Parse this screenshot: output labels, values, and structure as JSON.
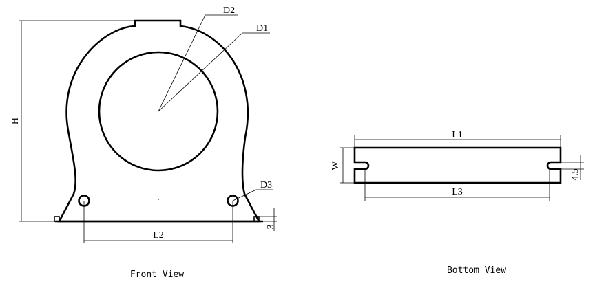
{
  "front_view": {
    "caption": "Front View",
    "labels": {
      "h": "H",
      "d1": "D1",
      "d2": "D2",
      "d3": "D3",
      "l2": "L2",
      "three": "3"
    }
  },
  "bottom_view": {
    "caption": "Bottom View",
    "labels": {
      "l1": "L1",
      "l3": "L3",
      "w": "W",
      "four_five": "4.5"
    }
  }
}
